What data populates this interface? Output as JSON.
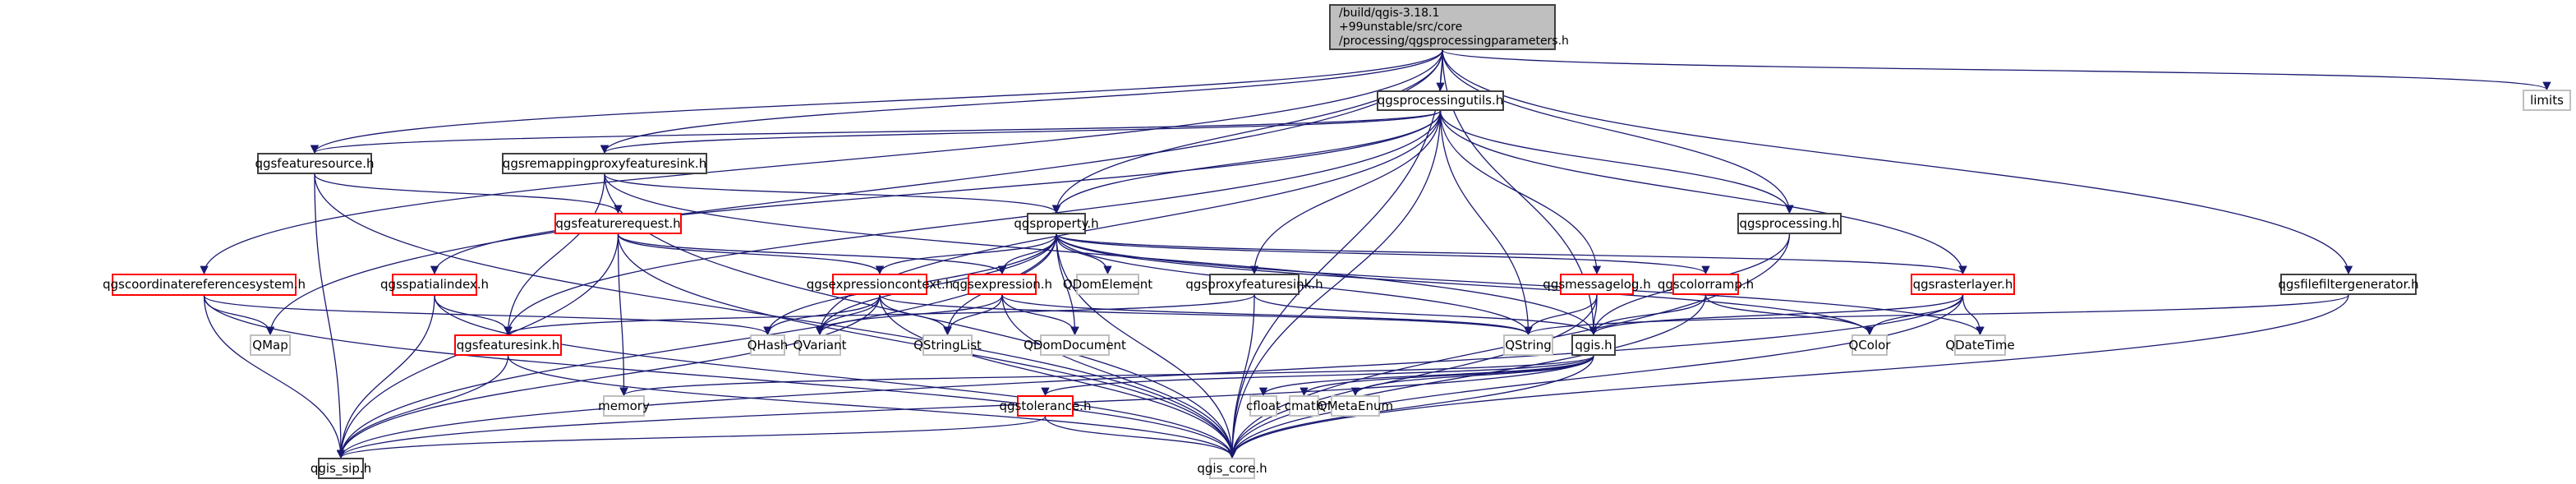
{
  "diagram": {
    "title": "Include dependency graph for qgsprocessingparameters.h",
    "colors": {
      "edge": "#191970",
      "node_border_normal": "#404040",
      "node_border_truncated": "#ff0000",
      "node_border_external": "#bfbfbf",
      "root_fill": "#bfbfbf"
    },
    "nodes": [
      {
        "id": "root",
        "label": "/build/qgis-3.18.1\n+99unstable/src/core\n/processing/qgsprocessingparameters.h",
        "kind": "root"
      },
      {
        "id": "qgsprocessingutils",
        "label": "qgsprocessingutils.h",
        "kind": "normal"
      },
      {
        "id": "limits",
        "label": "limits",
        "kind": "external"
      },
      {
        "id": "qgsfeaturesource",
        "label": "qgsfeaturesource.h",
        "kind": "normal"
      },
      {
        "id": "qgsremappingproxyfeaturesink",
        "label": "qgsremappingproxyfeaturesink.h",
        "kind": "normal"
      },
      {
        "id": "qgsfeaturerequest",
        "label": "qgsfeaturerequest.h",
        "kind": "truncated"
      },
      {
        "id": "qgsproperty",
        "label": "qgsproperty.h",
        "kind": "normal"
      },
      {
        "id": "qgsprocessing",
        "label": "qgsprocessing.h",
        "kind": "normal"
      },
      {
        "id": "qgscoordinatereferencesystem",
        "label": "qgscoordinatereferencesystem.h",
        "kind": "truncated"
      },
      {
        "id": "qgsspatialindex",
        "label": "qgsspatialindex.h",
        "kind": "truncated"
      },
      {
        "id": "qgsexpressioncontext",
        "label": "qgsexpressioncontext.h",
        "kind": "truncated"
      },
      {
        "id": "qgsexpression",
        "label": "qgsexpression.h",
        "kind": "truncated"
      },
      {
        "id": "QDomElement",
        "label": "QDomElement",
        "kind": "external"
      },
      {
        "id": "qgsproxyfeaturesink",
        "label": "qgsproxyfeaturesink.h",
        "kind": "normal"
      },
      {
        "id": "qgsmessagelog",
        "label": "qgsmessagelog.h",
        "kind": "truncated"
      },
      {
        "id": "qgscolorramp",
        "label": "qgscolorramp.h",
        "kind": "truncated"
      },
      {
        "id": "qgsrasterlayer",
        "label": "qgsrasterlayer.h",
        "kind": "truncated"
      },
      {
        "id": "qgsfilefiltergenerator",
        "label": "qgsfilefiltergenerator.h",
        "kind": "normal"
      },
      {
        "id": "QMap",
        "label": "QMap",
        "kind": "external"
      },
      {
        "id": "qgsfeaturesink",
        "label": "qgsfeaturesink.h",
        "kind": "truncated"
      },
      {
        "id": "QHash",
        "label": "QHash",
        "kind": "external"
      },
      {
        "id": "QVariant",
        "label": "QVariant",
        "kind": "external"
      },
      {
        "id": "QStringList",
        "label": "QStringList",
        "kind": "external"
      },
      {
        "id": "QDomDocument",
        "label": "QDomDocument",
        "kind": "external"
      },
      {
        "id": "QString",
        "label": "QString",
        "kind": "external"
      },
      {
        "id": "qgis",
        "label": "qgis.h",
        "kind": "normal"
      },
      {
        "id": "QColor",
        "label": "QColor",
        "kind": "external"
      },
      {
        "id": "QDateTime",
        "label": "QDateTime",
        "kind": "external"
      },
      {
        "id": "memory",
        "label": "memory",
        "kind": "external"
      },
      {
        "id": "qgstolerance",
        "label": "qgstolerance.h",
        "kind": "truncated"
      },
      {
        "id": "cfloat",
        "label": "cfloat",
        "kind": "external"
      },
      {
        "id": "cmath",
        "label": "cmath",
        "kind": "external"
      },
      {
        "id": "QMetaEnum",
        "label": "QMetaEnum",
        "kind": "external"
      },
      {
        "id": "qgis_sip",
        "label": "qgis_sip.h",
        "kind": "normal"
      },
      {
        "id": "qgis_core",
        "label": "qgis_core.h",
        "kind": "external"
      }
    ],
    "edges": [
      [
        "root",
        "qgsprocessingutils"
      ],
      [
        "root",
        "limits"
      ],
      [
        "root",
        "qgsfeaturesource"
      ],
      [
        "root",
        "qgsremappingproxyfeaturesink"
      ],
      [
        "root",
        "qgsproperty"
      ],
      [
        "root",
        "qgsprocessing"
      ],
      [
        "root",
        "qgscoordinatereferencesystem"
      ],
      [
        "root",
        "qgsfilefiltergenerator"
      ],
      [
        "root",
        "QMap"
      ],
      [
        "root",
        "qgis"
      ],
      [
        "root",
        "qgis_core"
      ],
      [
        "qgsprocessingutils",
        "qgsfeaturesource"
      ],
      [
        "qgsprocessingutils",
        "qgsremappingproxyfeaturesink"
      ],
      [
        "qgsprocessingutils",
        "qgsproperty"
      ],
      [
        "qgsprocessingutils",
        "qgsprocessing"
      ],
      [
        "qgsprocessingutils",
        "qgsspatialindex"
      ],
      [
        "qgsprocessingutils",
        "qgsfeaturesink"
      ],
      [
        "qgsprocessingutils",
        "qgsproxyfeaturesink"
      ],
      [
        "qgsprocessingutils",
        "qgsmessagelog"
      ],
      [
        "qgsprocessingutils",
        "qgsrasterlayer"
      ],
      [
        "qgsprocessingutils",
        "QString"
      ],
      [
        "qgsprocessingutils",
        "QVariant"
      ],
      [
        "qgsprocessingutils",
        "qgis_core"
      ],
      [
        "qgsfeaturesource",
        "qgsfeaturerequest"
      ],
      [
        "qgsfeaturesource",
        "qgis_sip"
      ],
      [
        "qgsfeaturesource",
        "qgis_core"
      ],
      [
        "qgsremappingproxyfeaturesink",
        "qgsproperty"
      ],
      [
        "qgsremappingproxyfeaturesink",
        "qgsfeaturesink"
      ],
      [
        "qgsremappingproxyfeaturesink",
        "qgis"
      ],
      [
        "qgsremappingproxyfeaturesink",
        "qgis_core"
      ],
      [
        "qgsfeaturerequest",
        "qgsexpressioncontext"
      ],
      [
        "qgsfeaturerequest",
        "qgsexpression"
      ],
      [
        "qgsfeaturerequest",
        "memory"
      ],
      [
        "qgsfeaturerequest",
        "qgis_sip"
      ],
      [
        "qgsfeaturerequest",
        "qgis_core"
      ],
      [
        "qgsproperty",
        "qgsexpressioncontext"
      ],
      [
        "qgsproperty",
        "qgsexpression"
      ],
      [
        "qgsproperty",
        "QDomElement"
      ],
      [
        "qgsproperty",
        "QDomDocument"
      ],
      [
        "qgsproperty",
        "QStringList"
      ],
      [
        "qgsproperty",
        "QVariant"
      ],
      [
        "qgsproperty",
        "QHash"
      ],
      [
        "qgsproperty",
        "QString"
      ],
      [
        "qgsproperty",
        "qgscolorramp"
      ],
      [
        "qgsproperty",
        "qgsrasterlayer"
      ],
      [
        "qgsproperty",
        "QColor"
      ],
      [
        "qgsproperty",
        "QDateTime"
      ],
      [
        "qgsproperty",
        "qgis_sip"
      ],
      [
        "qgsproperty",
        "qgis_core"
      ],
      [
        "qgsprocessing",
        "qgis"
      ],
      [
        "qgsprocessing",
        "qgis_core"
      ],
      [
        "qgscoordinatereferencesystem",
        "QMap"
      ],
      [
        "qgscoordinatereferencesystem",
        "QHash"
      ],
      [
        "qgscoordinatereferencesystem",
        "qgis_sip"
      ],
      [
        "qgscoordinatereferencesystem",
        "qgis_core"
      ],
      [
        "qgsspatialindex",
        "qgsfeaturesink"
      ],
      [
        "qgsspatialindex",
        "qgis_sip"
      ],
      [
        "qgsspatialindex",
        "qgis_core"
      ],
      [
        "qgsexpressioncontext",
        "QHash"
      ],
      [
        "qgsexpressioncontext",
        "QVariant"
      ],
      [
        "qgsexpressioncontext",
        "QStringList"
      ],
      [
        "qgsexpressioncontext",
        "QString"
      ],
      [
        "qgsexpressioncontext",
        "qgis_sip"
      ],
      [
        "qgsexpressioncontext",
        "qgis_core"
      ],
      [
        "qgsexpression",
        "QStringList"
      ],
      [
        "qgsexpression",
        "QVariant"
      ],
      [
        "qgsexpression",
        "QDomDocument"
      ],
      [
        "qgsexpression",
        "QString"
      ],
      [
        "qgsexpression",
        "qgis_core"
      ],
      [
        "qgsproxyfeaturesink",
        "qgsfeaturesink"
      ],
      [
        "qgsproxyfeaturesink",
        "qgis"
      ],
      [
        "qgsproxyfeaturesink",
        "qgis_core"
      ],
      [
        "qgsmessagelog",
        "QString"
      ],
      [
        "qgsmessagelog",
        "qgis"
      ],
      [
        "qgsmessagelog",
        "qgis_core"
      ],
      [
        "qgscolorramp",
        "QColor"
      ],
      [
        "qgscolorramp",
        "qgis"
      ],
      [
        "qgscolorramp",
        "qgis_core"
      ],
      [
        "qgsrasterlayer",
        "QColor"
      ],
      [
        "qgsrasterlayer",
        "QDateTime"
      ],
      [
        "qgsrasterlayer",
        "qgis"
      ],
      [
        "qgsrasterlayer",
        "qgis_sip"
      ],
      [
        "qgsrasterlayer",
        "qgis_core"
      ],
      [
        "qgsfilefiltergenerator",
        "QString"
      ],
      [
        "qgsfilefiltergenerator",
        "qgis_core"
      ],
      [
        "qgsfeaturesink",
        "qgis_sip"
      ],
      [
        "qgsfeaturesink",
        "qgis_core"
      ],
      [
        "qgis",
        "cfloat"
      ],
      [
        "qgis",
        "cmath"
      ],
      [
        "qgis",
        "QMetaEnum"
      ],
      [
        "qgis",
        "memory"
      ],
      [
        "qgis",
        "qgstolerance"
      ],
      [
        "qgis",
        "qgis_sip"
      ],
      [
        "qgis",
        "qgis_core"
      ],
      [
        "qgstolerance",
        "qgis_sip"
      ],
      [
        "qgstolerance",
        "qgis_core"
      ]
    ]
  }
}
